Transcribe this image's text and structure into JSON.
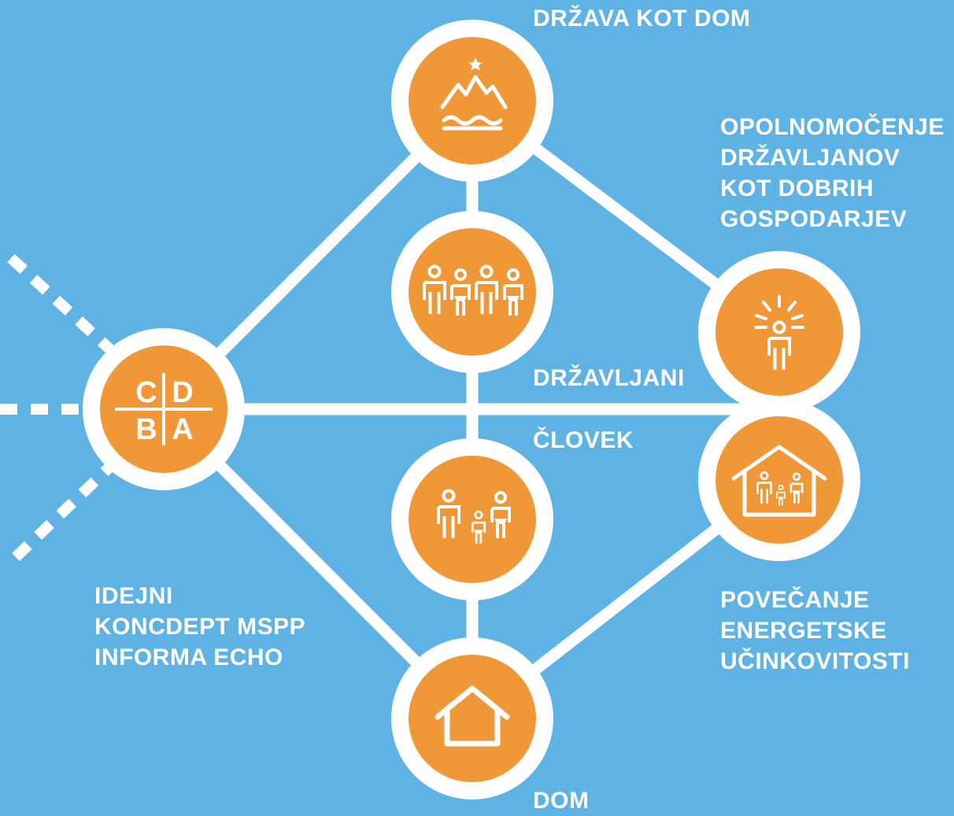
{
  "colors": {
    "background": "#5fb3e4",
    "node_fill": "#f09838",
    "ring": "#ffffff",
    "line": "#ffffff"
  },
  "nodes": {
    "drzava": {
      "icon": "mountain-star-water-icon",
      "label": "DRŽAVA KOT DOM"
    },
    "drzavljani": {
      "icon": "four-people-icon",
      "label": "DRŽAVLJANI"
    },
    "clovek": {
      "icon": "family-icon",
      "label": "ČLOVEK"
    },
    "dom": {
      "icon": "house-icon",
      "label": "DOM"
    },
    "opolnomocenje": {
      "icon": "person-radiant-icon",
      "label_lines": [
        "OPOLNOMOČENJE",
        "DRŽAVLJANOV",
        "KOT DOBRIH",
        "GOSPODARJEV"
      ]
    },
    "povecanje": {
      "icon": "house-family-icon",
      "label_lines": [
        "POVEČANJE",
        "ENERGETSKE",
        "UČINKOVITOSTI"
      ]
    },
    "cdba": {
      "icon": "cdba-quadrant-icon",
      "letters": [
        "C",
        "D",
        "B",
        "A"
      ],
      "label_lines": [
        "IDEJNI",
        "KONCDEPT MSPP",
        "INFORMA ECHO"
      ]
    }
  }
}
